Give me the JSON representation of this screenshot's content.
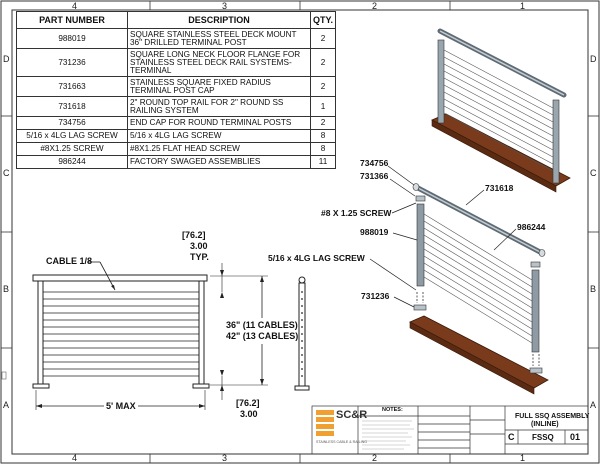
{
  "zones": {
    "top": [
      "4",
      "3",
      "2",
      "1"
    ],
    "bottom": [
      "4",
      "3",
      "2",
      "1"
    ],
    "left": [
      "D",
      "C",
      "B",
      "A"
    ],
    "right": [
      "D",
      "C",
      "B",
      "A"
    ]
  },
  "bom": {
    "headers": {
      "part_number": "PART NUMBER",
      "description": "DESCRIPTION",
      "qty": "QTY."
    },
    "rows": [
      {
        "pn": "988019",
        "desc": "SQUARE STAINLESS STEEL DECK MOUNT 36\" DRILLED TERMINAL POST",
        "qty": "2"
      },
      {
        "pn": "731236",
        "desc": "SQUARE LONG NECK FLOOR FLANGE FOR STAINLESS STEEL DECK RAIL SYSTEMS-TERMINAL",
        "qty": "2"
      },
      {
        "pn": "731663",
        "desc": "STAINLESS SQUARE FIXED RADIUS TERMINAL POST CAP",
        "qty": "2"
      },
      {
        "pn": "731618",
        "desc": "2\" ROUND TOP RAIL FOR 2\" ROUND SS RAILING SYSTEM",
        "qty": "1"
      },
      {
        "pn": "734756",
        "desc": "END CAP FOR ROUND TERMINAL POSTS",
        "qty": "2"
      },
      {
        "pn": "5/16 x 4LG LAG SCREW",
        "desc": "5/16 x 4LG LAG SCREW",
        "qty": "8"
      },
      {
        "pn": "#8X1.25 SCREW",
        "desc": "#8X1.25 FLAT HEAD SCREW",
        "qty": "8"
      },
      {
        "pn": "986244",
        "desc": "FACTORY SWAGED ASSEMBLIES",
        "qty": "11"
      }
    ]
  },
  "callouts": {
    "c734756": "734756",
    "c731366": "731366",
    "c731618": "731618",
    "c_screw": "#8 X 1.25 SCREW",
    "c988019": "988019",
    "c986244": "986244",
    "c_lag": "5/16 x 4LG LAG SCREW",
    "c731236": "731236"
  },
  "dimensions": {
    "cable": "CABLE 1/8",
    "top_metric": "76.2",
    "top_inch": "3.00",
    "top_typ": "TYP.",
    "height_36": "36\" (11 CABLES)",
    "height_42": "42\" (13 CABLES)",
    "width": "5' MAX",
    "bottom_metric": "76.2",
    "bottom_inch": "3.00"
  },
  "title_block": {
    "logo_name": "SC&R",
    "logo_sub": "STAINLESS CABLE & RAILING",
    "notes_label": "NOTES:",
    "title_line1": "FULL SSQ ASSEMBLY",
    "title_line2": "(INLINE)",
    "size": "C",
    "dwg_no": "FSSQ",
    "rev": "01"
  },
  "colors": {
    "wood": "#7a3b1d",
    "rail": "#8e9aa4",
    "orange": "#f0a030"
  }
}
